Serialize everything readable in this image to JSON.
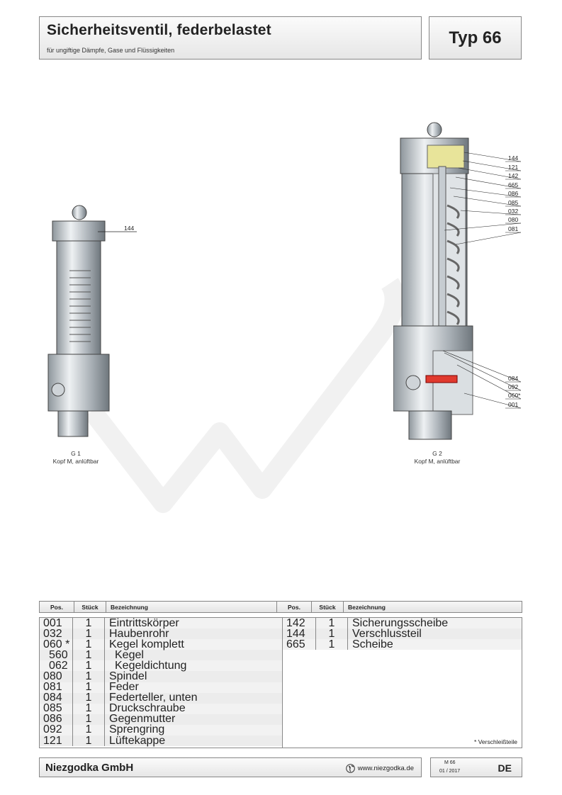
{
  "header": {
    "title": "Sicherheitsventil, federbelastet",
    "subtitle": "für ungiftige Dämpfe, Gase und Flüssigkeiten",
    "type": "Typ 66"
  },
  "figures": [
    {
      "caption_line1": "G 1",
      "caption_line2": "Kopf M, anlüftbar",
      "labels": [
        "144"
      ]
    },
    {
      "caption_line1": "G 2",
      "caption_line2": "Kopf M, anlüftbar",
      "labels": [
        "144",
        "121",
        "142",
        "665",
        "086",
        "085",
        "032",
        "080",
        "081",
        "084",
        "092",
        "060*",
        "001"
      ]
    }
  ],
  "table": {
    "headers": [
      "Pos.",
      "Stück",
      "Bezeichnung",
      "Pos.",
      "Stück",
      "Bezeichnung"
    ],
    "left": [
      {
        "pos": "001",
        "qty": "1",
        "name": "Eintrittskörper"
      },
      {
        "pos": "032",
        "qty": "1",
        "name": "Haubenrohr"
      },
      {
        "pos": "060 *",
        "qty": "1",
        "name": "Kegel komplett"
      },
      {
        "pos": "560",
        "qty": "1",
        "name": "Kegel"
      },
      {
        "pos": "062",
        "qty": "1",
        "name": "Kegeldichtung"
      },
      {
        "pos": "080",
        "qty": "1",
        "name": "Spindel"
      },
      {
        "pos": "081",
        "qty": "1",
        "name": "Feder"
      },
      {
        "pos": "084",
        "qty": "1",
        "name": "Federteller, unten"
      },
      {
        "pos": "085",
        "qty": "1",
        "name": "Druckschraube"
      },
      {
        "pos": "086",
        "qty": "1",
        "name": "Gegenmutter"
      },
      {
        "pos": "092",
        "qty": "1",
        "name": "Sprengring"
      },
      {
        "pos": "121",
        "qty": "1",
        "name": "Lüftekappe"
      }
    ],
    "right": [
      {
        "pos": "142",
        "qty": "1",
        "name": "Sicherungsscheibe"
      },
      {
        "pos": "144",
        "qty": "1",
        "name": "Verschlussteil"
      },
      {
        "pos": "665",
        "qty": "1",
        "name": "Scheibe"
      }
    ],
    "note": "* Verschleißteile"
  },
  "footer": {
    "company": "Niezgodka GmbH",
    "website": "www.niezgodka.de",
    "doc": "M 66",
    "date": "01 / 2017",
    "lang": "DE"
  },
  "colors": {
    "seal": "#e03a2e",
    "cap": "#e8e49a",
    "metal": "#b9c0c6"
  }
}
